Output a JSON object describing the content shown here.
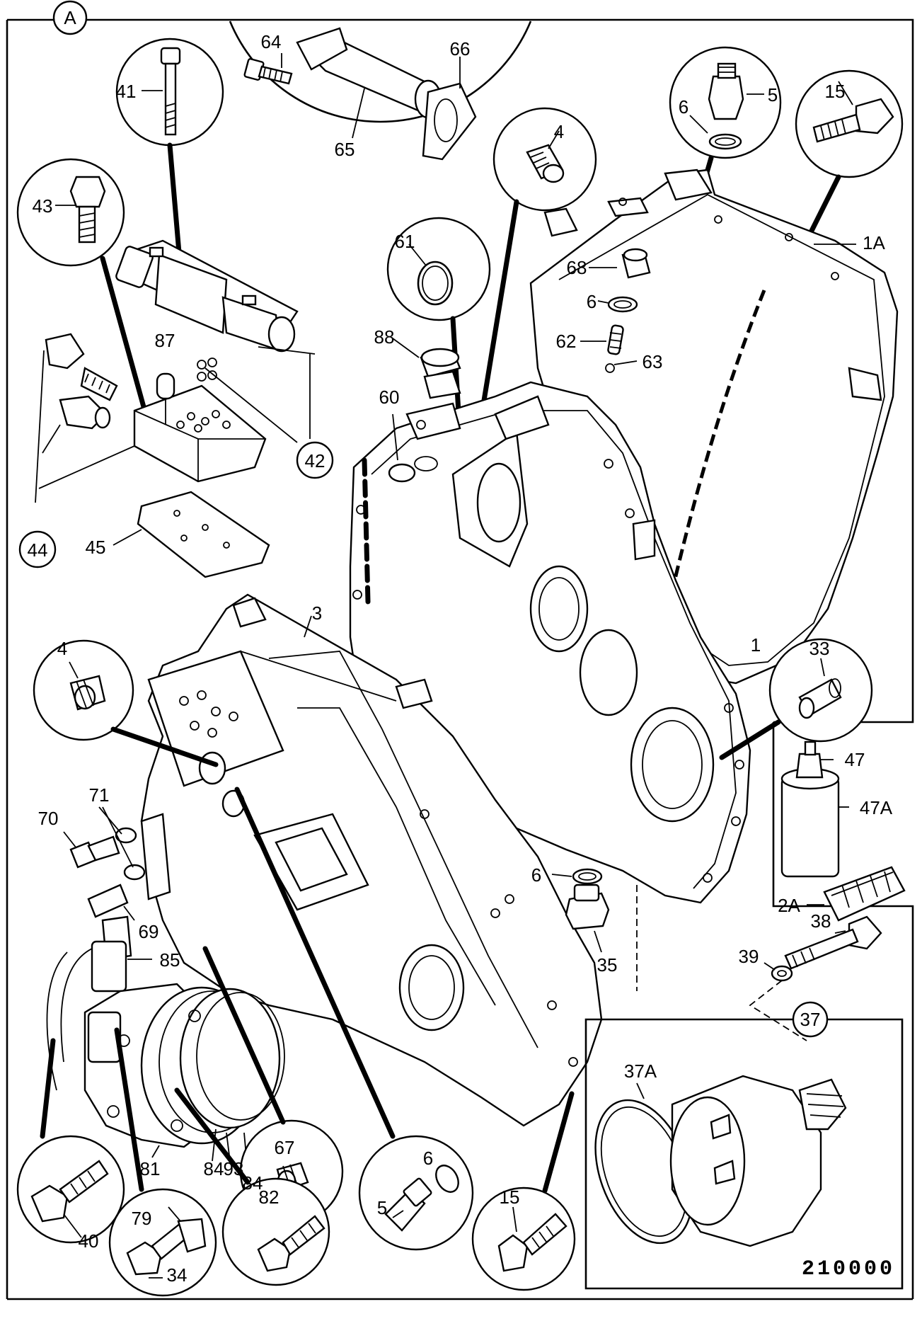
{
  "section_marker": "A",
  "drawing_number": "210000",
  "callouts": [
    {
      "label": "A"
    },
    {
      "label": "64"
    },
    {
      "label": "66"
    },
    {
      "label": "65"
    },
    {
      "label": "41"
    },
    {
      "label": "43"
    },
    {
      "label": "42"
    },
    {
      "label": "87"
    },
    {
      "label": "44"
    },
    {
      "label": "45"
    },
    {
      "label": "4"
    },
    {
      "label": "61"
    },
    {
      "label": "88"
    },
    {
      "label": "60"
    },
    {
      "label": "6"
    },
    {
      "label": "5"
    },
    {
      "label": "15"
    },
    {
      "label": "1A"
    },
    {
      "label": "68"
    },
    {
      "label": "62"
    },
    {
      "label": "63"
    },
    {
      "label": "3"
    },
    {
      "label": "1"
    },
    {
      "label": "33"
    },
    {
      "label": "47"
    },
    {
      "label": "47A"
    },
    {
      "label": "2A"
    },
    {
      "label": "71"
    },
    {
      "label": "70"
    },
    {
      "label": "69"
    },
    {
      "label": "85"
    },
    {
      "label": "35"
    },
    {
      "label": "38"
    },
    {
      "label": "39"
    },
    {
      "label": "37"
    },
    {
      "label": "37A"
    },
    {
      "label": "67"
    },
    {
      "label": "84"
    },
    {
      "label": "93"
    },
    {
      "label": "81"
    },
    {
      "label": "40"
    },
    {
      "label": "79"
    },
    {
      "label": "34"
    },
    {
      "label": "82"
    }
  ]
}
